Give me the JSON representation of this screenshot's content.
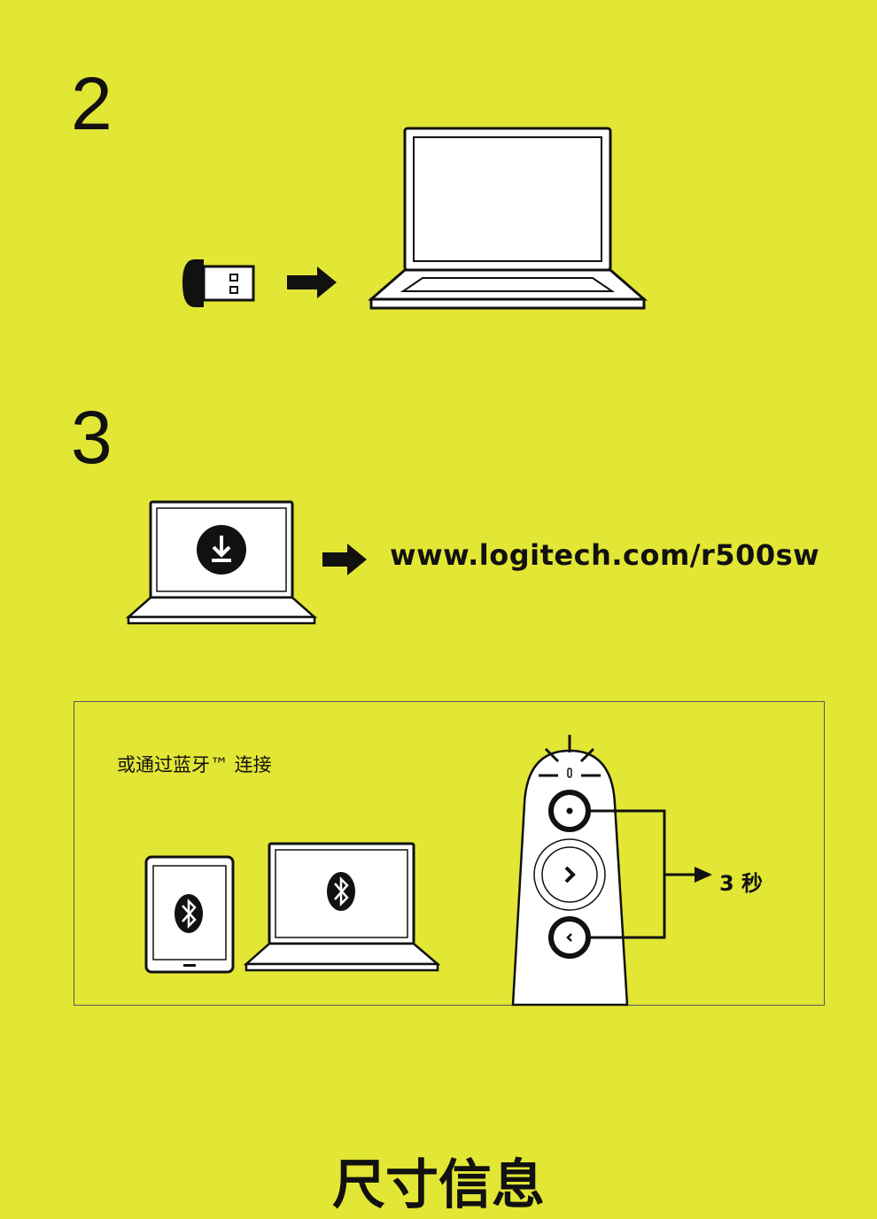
{
  "steps": {
    "two": "2",
    "three": "3"
  },
  "download_url": "www.logitech.com/r500sw",
  "bluetooth_label": "或通过蓝牙™ 连接",
  "hold_duration": "3 秒",
  "footer_title": "尺寸信息",
  "colors": {
    "background": "#e2e635",
    "ink": "#111111",
    "device": "#ffffff"
  }
}
